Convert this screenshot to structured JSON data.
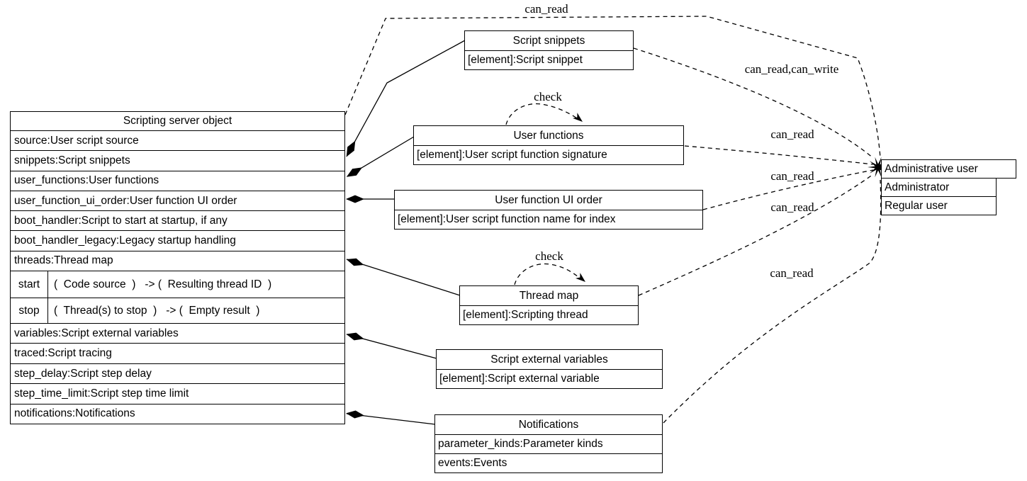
{
  "diagram": {
    "main_table": {
      "title": "Scripting server object",
      "rows": [
        "source:User script source",
        "snippets:Script snippets",
        "user_functions:User functions",
        "user_function_ui_order:User function UI order",
        "boot_handler:Script to start at startup, if any",
        "boot_handler_legacy:Legacy startup handling",
        "threads:Thread map"
      ],
      "methods": [
        {
          "name": "start",
          "signature": "(  Code source  )   -> (  Resulting thread ID  )"
        },
        {
          "name": "stop",
          "signature": "(  Thread(s) to stop  )   -> (  Empty result  )"
        }
      ],
      "rows2": [
        "variables:Script external variables",
        "traced:Script tracing",
        "step_delay:Script step delay",
        "step_time_limit:Script step time limit",
        "notifications:Notifications"
      ]
    },
    "nodes": {
      "script_snippets": {
        "title": "Script snippets",
        "row": "[element]:Script snippet"
      },
      "user_functions": {
        "title": "User functions",
        "row": "[element]:User script function signature"
      },
      "user_function_ui_order": {
        "title": "User function UI order",
        "row": "[element]:User script function name for index"
      },
      "thread_map": {
        "title": "Thread map",
        "row": "[element]:Scripting thread"
      },
      "script_external_variables": {
        "title": "Script external variables",
        "row": "[element]:Script external variable"
      },
      "notifications": {
        "title": "Notifications",
        "row1": "parameter_kinds:Parameter kinds",
        "row2": "events:Events"
      },
      "administrative_user": {
        "title": "Administrative user",
        "row1": "Administrator",
        "row2": "Regular user"
      }
    },
    "edge_labels": {
      "table_to_admin": "can_read",
      "snippets_to_admin": "can_read,can_write",
      "user_functions_to_admin": "can_read",
      "ui_order_to_admin": "can_read",
      "thread_map_to_admin": "can_read",
      "notifications_to_admin": "can_read",
      "user_functions_check": "check",
      "thread_map_check": "check"
    },
    "colors": {
      "line": "#000000",
      "background": "#ffffff",
      "text": "#000000"
    }
  }
}
